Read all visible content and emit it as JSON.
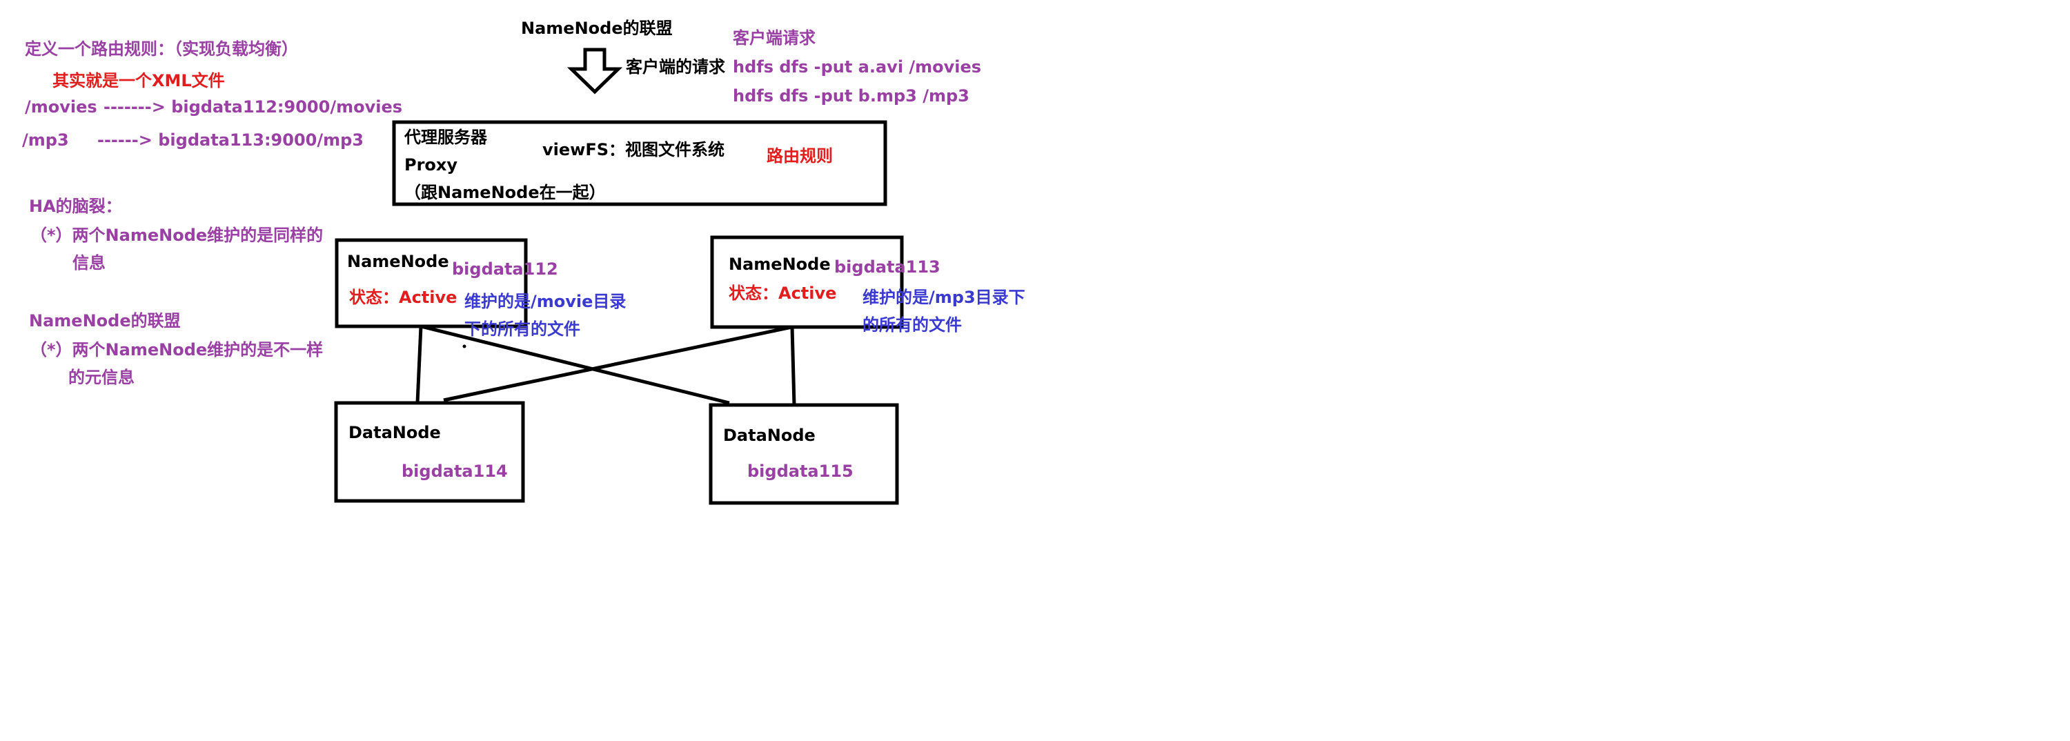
{
  "colors": {
    "purple": "#9a40a4",
    "red": "#e21d1d",
    "black": "#000000",
    "blue": "#3a3ad0"
  },
  "left_notes": {
    "routing_title": "定义一个路由规则：（实现负载均衡）",
    "xml_note": "其实就是一个XML文件",
    "rule1_path": "/movies",
    "rule1_arrow": "-------> bigdata112:9000/movies",
    "rule2_path": "/mp3",
    "rule2_arrow": "------>   bigdata113:9000/mp3",
    "ha_title": "HA的脑裂：",
    "ha_line1": "（*）两个NameNode维护的是同样的",
    "ha_line2": "信息",
    "fed_title": "NameNode的联盟",
    "fed_line1": "（*）两个NameNode维护的是不一样",
    "fed_line2": "的元信息"
  },
  "top": {
    "title": "NameNode的联盟",
    "client_request": "客户端的请求",
    "client_label": "客户端请求",
    "cmd1": "hdfs dfs -put a.avi /movies",
    "cmd2": "hdfs dfs -put b.mp3 /mp3",
    "arrow_icon": "down-arrow-icon"
  },
  "proxy": {
    "name_cn": "代理服务器",
    "name_en": "Proxy",
    "note": "（跟NameNode在一起）",
    "viewfs": "viewFS：视图文件系统",
    "routing": "路由规则"
  },
  "namenode1": {
    "title": "NameNode",
    "host": "bigdata112",
    "status": "状态：Active",
    "desc1": "维护的是/movie目录",
    "desc2": "下的所有的文件"
  },
  "namenode2": {
    "title": "NameNode",
    "host": "bigdata113",
    "status": "状态：Active",
    "desc1": "维护的是/mp3目录下",
    "desc2": "的所有的文件"
  },
  "datanode1": {
    "title": "DataNode",
    "host": "bigdata114"
  },
  "datanode2": {
    "title": "DataNode",
    "host": "bigdata115"
  }
}
